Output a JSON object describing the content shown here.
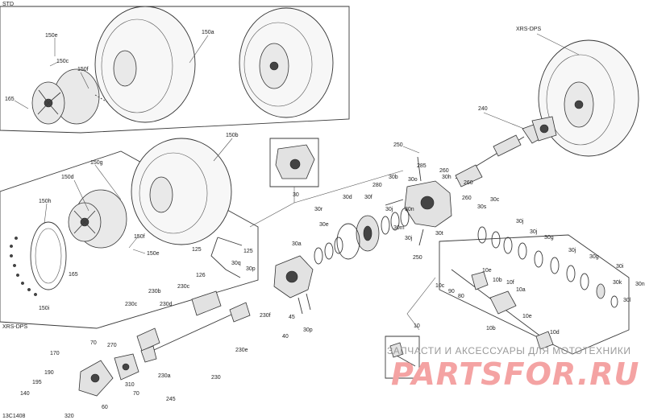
{
  "sections": {
    "std": "STD",
    "xrs_top": "XRS-DPS",
    "xrs_left": "XRS-DPS"
  },
  "diagram_code": "13C1408",
  "watermark": {
    "top": "ЗАПЧАСТИ И АКСЕССУАРЫ ДЛЯ МОТОТЕХНИКИ",
    "brand": "PARTSFOR.RU"
  },
  "labels": [
    {
      "id": "150e_a",
      "text": "150e"
    },
    {
      "id": "150c",
      "text": "150c"
    },
    {
      "id": "150f_a",
      "text": "150f"
    },
    {
      "id": "150a",
      "text": "150a"
    },
    {
      "id": "165_a",
      "text": "165"
    },
    {
      "id": "150b",
      "text": "150b"
    },
    {
      "id": "150g",
      "text": "150g"
    },
    {
      "id": "150d",
      "text": "150d"
    },
    {
      "id": "150h",
      "text": "150h"
    },
    {
      "id": "165_b",
      "text": "165"
    },
    {
      "id": "150i",
      "text": "150i"
    },
    {
      "id": "150f_b",
      "text": "150f"
    },
    {
      "id": "150e_b",
      "text": "150e"
    },
    {
      "id": "125_a",
      "text": "125"
    },
    {
      "id": "125_b",
      "text": "125"
    },
    {
      "id": "126",
      "text": "126"
    },
    {
      "id": "30q",
      "text": "30q"
    },
    {
      "id": "30",
      "text": "30"
    },
    {
      "id": "30a",
      "text": "30a"
    },
    {
      "id": "30p_a",
      "text": "30p"
    },
    {
      "id": "30p_b",
      "text": "30p"
    },
    {
      "id": "30r",
      "text": "30r"
    },
    {
      "id": "30e",
      "text": "30e"
    },
    {
      "id": "30d",
      "text": "30d"
    },
    {
      "id": "30f",
      "text": "30f"
    },
    {
      "id": "30b",
      "text": "30b"
    },
    {
      "id": "250_a",
      "text": "250"
    },
    {
      "id": "285",
      "text": "285"
    },
    {
      "id": "280",
      "text": "280"
    },
    {
      "id": "30j_a",
      "text": "30j"
    },
    {
      "id": "30j_b",
      "text": "30j"
    },
    {
      "id": "30m",
      "text": "30m"
    },
    {
      "id": "30n_a",
      "text": "30n"
    },
    {
      "id": "30o",
      "text": "30o"
    },
    {
      "id": "30h",
      "text": "30h"
    },
    {
      "id": "30t",
      "text": "30t"
    },
    {
      "id": "250_b",
      "text": "250"
    },
    {
      "id": "260_a",
      "text": "260"
    },
    {
      "id": "260_b",
      "text": "260"
    },
    {
      "id": "260_c",
      "text": "260"
    },
    {
      "id": "30c",
      "text": "30c"
    },
    {
      "id": "30s",
      "text": "30s"
    },
    {
      "id": "30j_c",
      "text": "30j"
    },
    {
      "id": "30j_d",
      "text": "30j"
    },
    {
      "id": "30g_a",
      "text": "30g"
    },
    {
      "id": "30j_e",
      "text": "30j"
    },
    {
      "id": "30g_b",
      "text": "30g"
    },
    {
      "id": "30i",
      "text": "30i"
    },
    {
      "id": "30k",
      "text": "30k"
    },
    {
      "id": "30n_b",
      "text": "30n"
    },
    {
      "id": "30l",
      "text": "30l"
    },
    {
      "id": "240",
      "text": "240"
    },
    {
      "id": "10e_a",
      "text": "10e"
    },
    {
      "id": "10c",
      "text": "10c"
    },
    {
      "id": "90",
      "text": "90"
    },
    {
      "id": "80",
      "text": "80"
    },
    {
      "id": "10b_a",
      "text": "10b"
    },
    {
      "id": "10f",
      "text": "10f"
    },
    {
      "id": "10a",
      "text": "10a"
    },
    {
      "id": "10e_b",
      "text": "10e"
    },
    {
      "id": "10b_b",
      "text": "10b"
    },
    {
      "id": "10d",
      "text": "10d"
    },
    {
      "id": "10",
      "text": "10"
    },
    {
      "id": "230b",
      "text": "230b"
    },
    {
      "id": "230c_a",
      "text": "230c"
    },
    {
      "id": "230d",
      "text": "230d"
    },
    {
      "id": "230c_b",
      "text": "230c"
    },
    {
      "id": "230f",
      "text": "230f"
    },
    {
      "id": "230e",
      "text": "230e"
    },
    {
      "id": "230a",
      "text": "230a"
    },
    {
      "id": "230",
      "text": "230"
    },
    {
      "id": "45",
      "text": "45"
    },
    {
      "id": "40",
      "text": "40"
    },
    {
      "id": "170",
      "text": "170"
    },
    {
      "id": "70_a",
      "text": "70"
    },
    {
      "id": "190",
      "text": "190"
    },
    {
      "id": "270",
      "text": "270"
    },
    {
      "id": "195",
      "text": "195"
    },
    {
      "id": "310",
      "text": "310"
    },
    {
      "id": "70_b",
      "text": "70"
    },
    {
      "id": "140",
      "text": "140"
    },
    {
      "id": "60",
      "text": "60"
    },
    {
      "id": "245",
      "text": "245"
    },
    {
      "id": "320",
      "text": "320"
    }
  ]
}
